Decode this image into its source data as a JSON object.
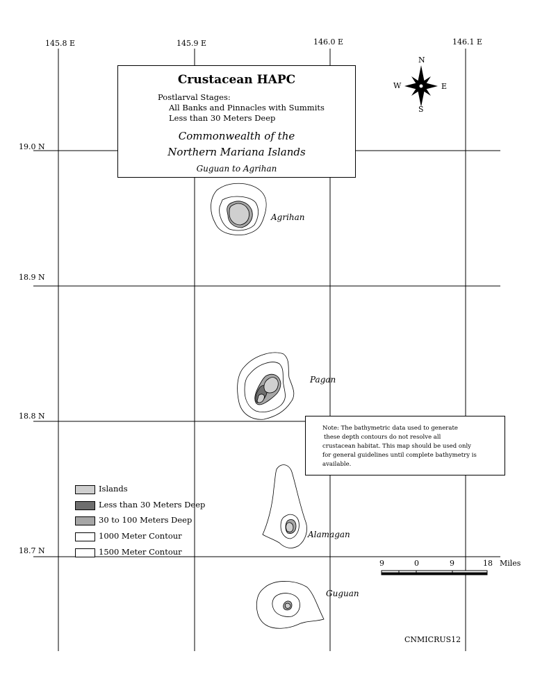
{
  "map": {
    "longitude_labels": [
      "145.8 E",
      "145.9 E",
      "146.0 E",
      "146.1 E"
    ],
    "latitude_labels": [
      "19.0 N",
      "18.9 N",
      "18.8 N",
      "18.7 N"
    ],
    "map_id": "CNMICRUS12"
  },
  "title_box": {
    "title": "Crustacean HAPC",
    "line1": "Postlarval Stages:",
    "line2": "All Banks and Pinnacles with Summits",
    "line3": "Less than 30 Meters Deep",
    "region_line1": "Commonwealth of the",
    "region_line2": "Northern Mariana Islands",
    "extent": "Guguan to Agrihan"
  },
  "compass": {
    "n": "N",
    "s": "S",
    "e": "E",
    "w": "W"
  },
  "islands": {
    "agrihan": "Agrihan",
    "pagan": "Pagan",
    "alamagan": "Alamagan",
    "guguan": "Guguan"
  },
  "note": {
    "line1": "Note:  The bathymetric data used to generate",
    "line2": "these depth contours do not resolve all",
    "line3": "crustacean habitat.  This map should be used only",
    "line4": "for general guidelines until complete bathymetry is",
    "line5": "available."
  },
  "legend": [
    {
      "label": "Islands",
      "color": "#cfcfcf"
    },
    {
      "label": "Less than 30 Meters Deep",
      "color": "#6e6e6e"
    },
    {
      "label": "30 to 100 Meters Deep",
      "color": "#a6a6a6"
    },
    {
      "label": "1000 Meter Contour",
      "color": "#ffffff"
    },
    {
      "label": "1500 Meter Contour",
      "color": "#ffffff"
    }
  ],
  "scale_bar": {
    "ticks": [
      "9",
      "0",
      "9",
      "18"
    ],
    "unit": "Miles"
  }
}
